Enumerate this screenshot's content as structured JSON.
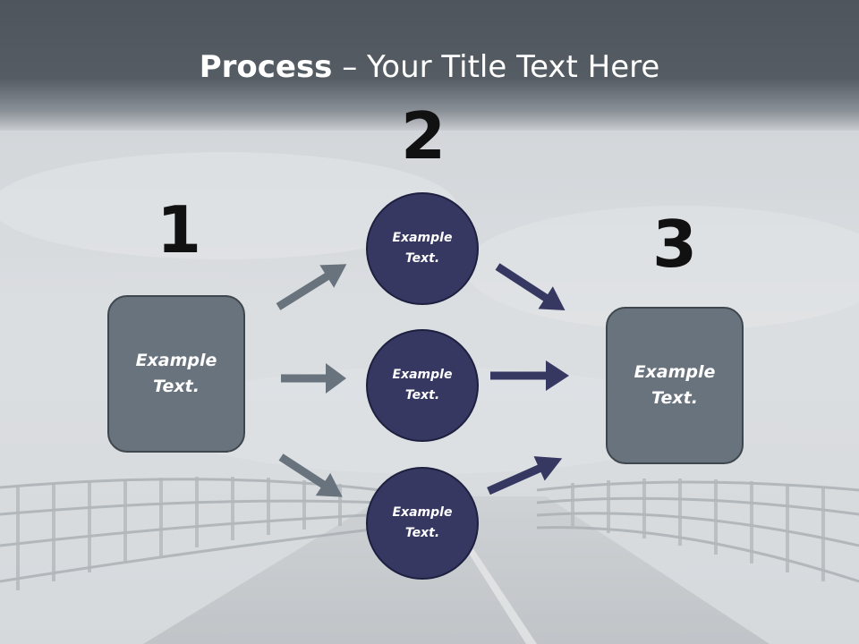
{
  "slide": {
    "title_bold": "Process",
    "title_rest": " – Your Title Text Here",
    "step1_number": "1",
    "step2_number": "2",
    "step3_number": "3",
    "left_box_text": "Example Text.",
    "right_box_text": "Example Text.",
    "circles": [
      {
        "text": "Example Text."
      },
      {
        "text": "Example Text."
      },
      {
        "text": "Example Text."
      }
    ]
  },
  "colors": {
    "header": "#4e555d",
    "box_fill": "#68737d",
    "circle_fill": "#363862",
    "gray_arrow": "#68737d",
    "navy_arrow": "#363862"
  },
  "background": "foggy bridge road"
}
